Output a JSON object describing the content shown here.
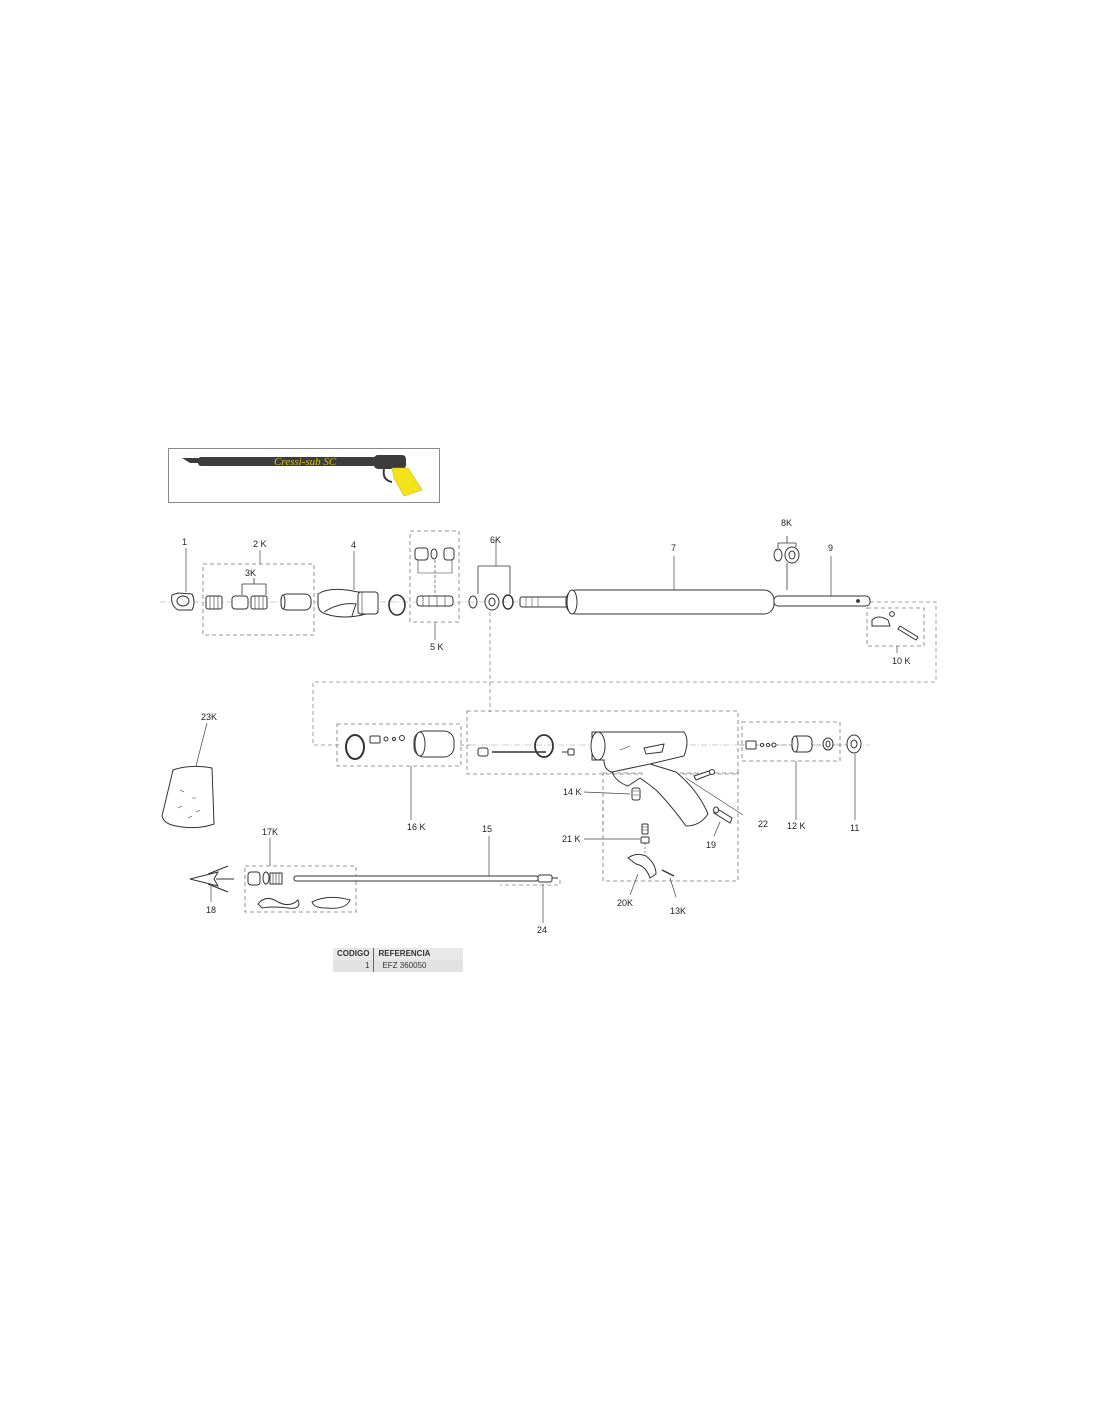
{
  "product": {
    "brand_text": "Cressi-sub SC",
    "colors": {
      "grip": "#f2e31b",
      "barrel": "#3c3c3c",
      "brand_text": "#d8c21a"
    }
  },
  "parts": {
    "p1": "1",
    "p2k": "2 K",
    "p3k": "3K",
    "p4": "4",
    "p5k": "5 K",
    "p6k": "6K",
    "p7": "7",
    "p8k": "8K",
    "p9": "9",
    "p10k": "10 K",
    "p11": "11",
    "p12k": "12 K",
    "p13k": "13K",
    "p14k": "14 K",
    "p15": "15",
    "p16k": "16 K",
    "p17k": "17K",
    "p18": "18",
    "p19": "19",
    "p20k": "20K",
    "p21k": "21 K",
    "p22": "22",
    "p23k": "23K",
    "p24": "24"
  },
  "table": {
    "headers": [
      "CODIGO",
      "REFERENCIA"
    ],
    "rows": [
      {
        "codigo": "1",
        "referencia": "EFZ 360050"
      }
    ]
  }
}
